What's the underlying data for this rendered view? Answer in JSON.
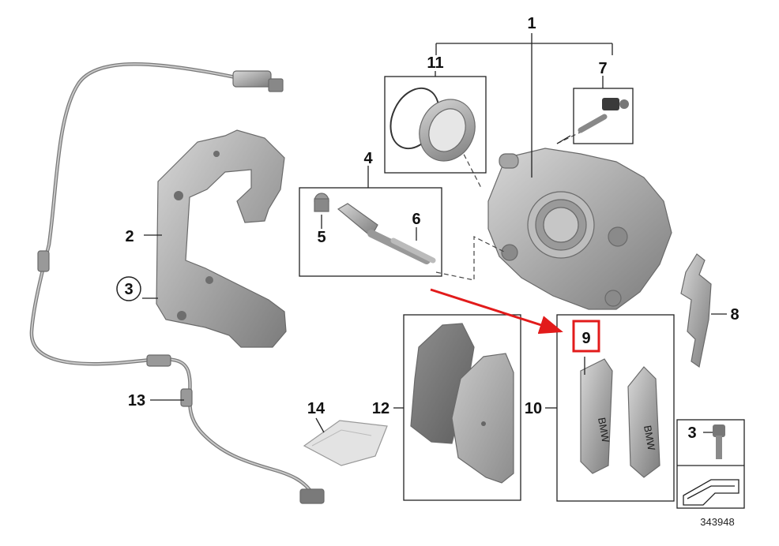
{
  "diagram": {
    "labels": {
      "caliper_assembly": "1",
      "carrier": "2",
      "carrier_bolt": "3",
      "carrier_bolt_inset": "3",
      "guide_pin_set": "4",
      "dust_boot": "5",
      "guide_pin": "6",
      "bleeder_valve_set": "7",
      "caliper_spring": "8",
      "anti_rattle_clip": "9",
      "clip_set": "10",
      "piston_seal_kit": "11",
      "brake_pads": "12",
      "wear_sensor": "13",
      "grease_packet": "14"
    },
    "diagram_number": "343948",
    "clip_brand": "BMW",
    "highlight_color": "#e21b1b"
  }
}
